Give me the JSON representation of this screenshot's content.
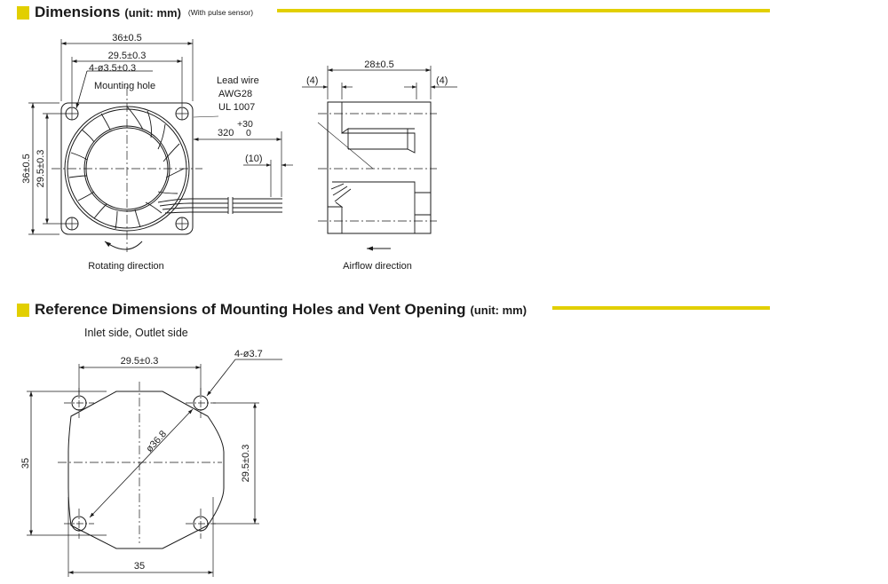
{
  "section1": {
    "title": "Dimensions",
    "unit": "(unit: mm)",
    "note": "(With pulse sensor)",
    "accent_color": "#e2cf00",
    "front_view": {
      "width_outer": "36±0.5",
      "width_holes": "29.5±0.3",
      "hole_spec": "4-ø3.5±0.3",
      "hole_label": "Mounting hole",
      "height_outer": "36±0.5",
      "height_holes": "29.5±0.3",
      "lead_wire_1": "Lead wire",
      "lead_wire_2": "AWG28",
      "lead_wire_3": "UL 1007",
      "lead_length": "320",
      "lead_tol_plus": "+30",
      "lead_tol_minus": "0",
      "strip_length": "(10)",
      "caption": "Rotating direction"
    },
    "side_view": {
      "depth": "28±0.5",
      "left_flange": "(4)",
      "right_flange": "(4)",
      "caption": "Airflow direction"
    }
  },
  "section2": {
    "title": "Reference Dimensions of Mounting Holes and Vent Opening",
    "unit": "(unit: mm)",
    "subtitle": "Inlet side, Outlet side",
    "hole_spec": "4-ø3.7",
    "hole_pitch_x": "29.5±0.3",
    "hole_pitch_y": "29.5±0.3",
    "vent_diameter": "ø36.8",
    "outer_width": "35",
    "outer_height": "35"
  }
}
